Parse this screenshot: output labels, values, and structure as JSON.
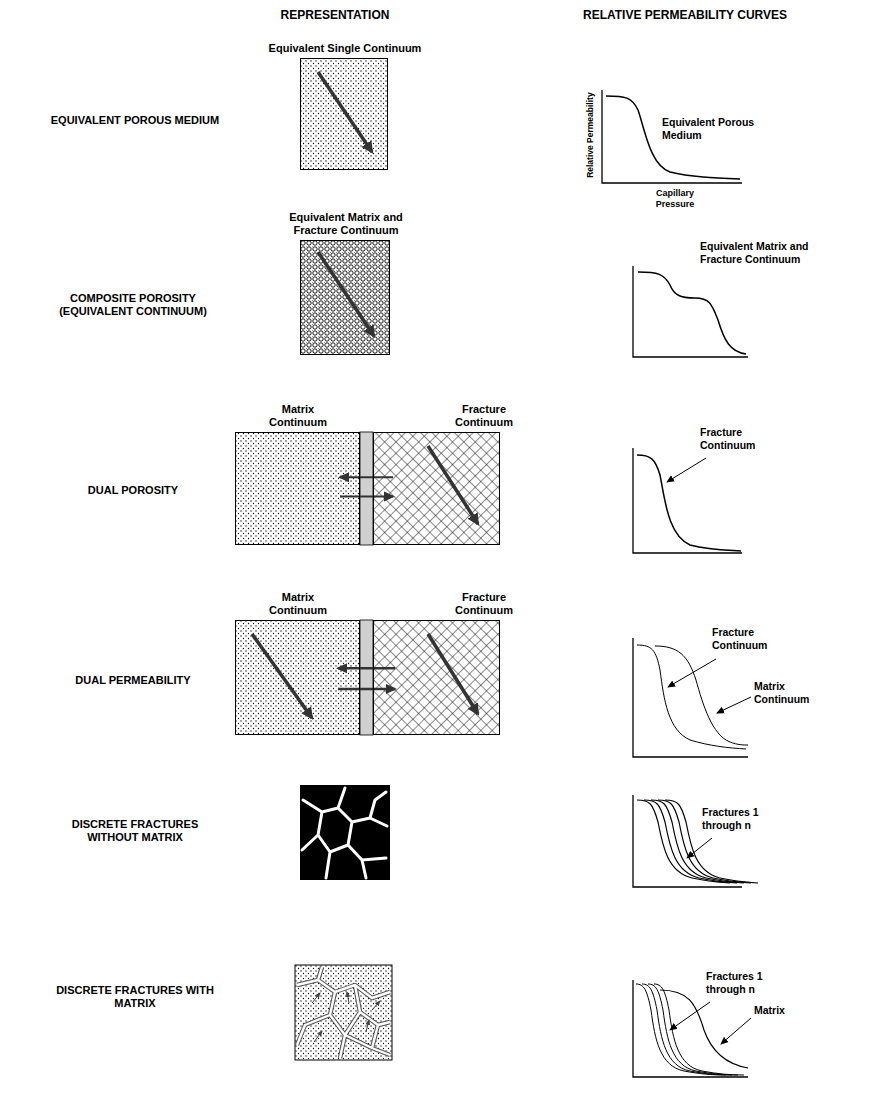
{
  "diagram": {
    "nodes": [
      {
        "text": [
          "Equivalent Single Continuum"
        ]
      },
      {
        "text": [
          "Equivalent Matrix and Fracture Continuum"
        ]
      },
      {
        "text": [
          "Matrix Continuum"
        ]
      },
      {
        "text": [
          "Fracture Continuum"
        ]
      },
      {
        "text": [
          "Matrix Continuum"
        ]
      },
      {
        "text": [
          "Fracture Continuum"
        ]
      }
    ],
    "edges": [
      {
        "from": 3,
        "to": 2,
        "arrow": "to"
      },
      {
        "from": 2,
        "to": 3,
        "arrow": "to"
      },
      {
        "from": 5,
        "to": 4,
        "arrow": "to"
      },
      {
        "from": 4,
        "to": 5,
        "arrow": "to"
      }
    ],
    "labels": [
      "REPRESENTATION",
      "RELATIVE PERMEABILITY CURVES",
      "EQUIVALENT POROUS MEDIUM",
      "Relative Permeability",
      "Capillary Pressure",
      "Equivalent Porous Medium",
      "COMPOSITE POROSITY (EQUIVALENT CONTINUUM)",
      "Equivalent Matrix and Fracture Continuum",
      "DUAL POROSITY",
      "Fracture Continuum",
      "DUAL PERMEABILITY",
      "Fracture Continuum",
      "Matrix Continuum",
      "DISCRETE FRACTURES WITHOUT MATRIX",
      "Fractures 1 through n",
      "DISCRETE FRACTURES WITH MATRIX",
      "Fractures 1 through n",
      "Matrix"
    ]
  }
}
